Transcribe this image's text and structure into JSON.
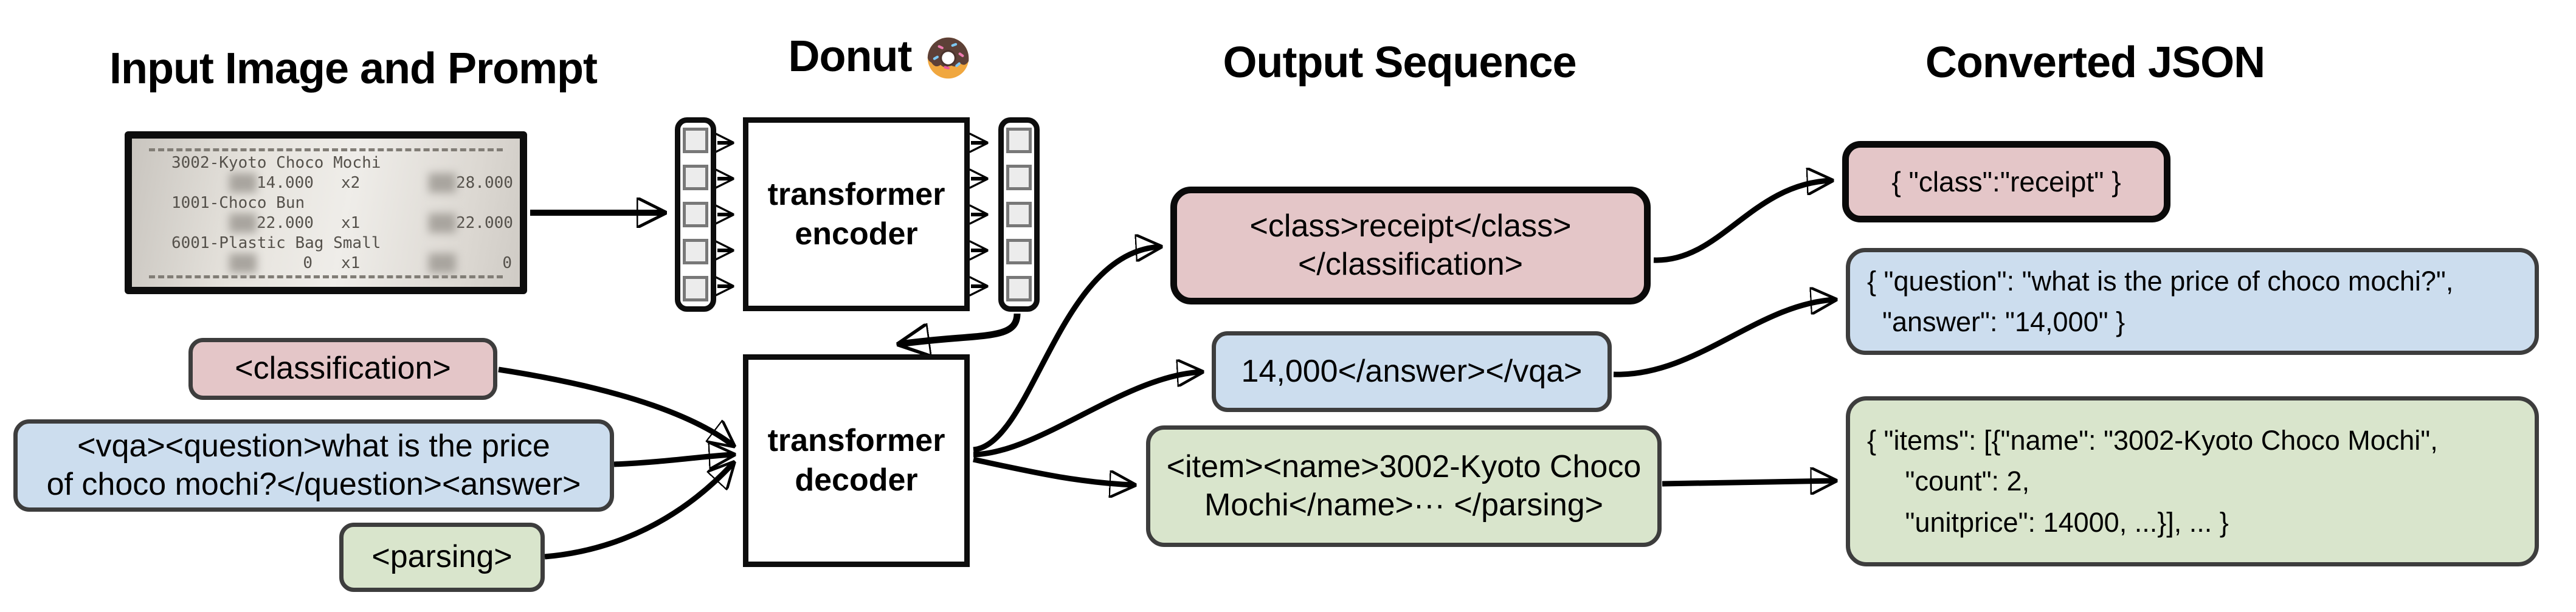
{
  "titles": {
    "input": "Input Image and Prompt",
    "model": "Donut",
    "output": "Output Sequence",
    "converted": "Converted JSON"
  },
  "receipt": {
    "items": [
      {
        "name": "3002-Kyoto Choco Mochi",
        "price": "14.000",
        "qty": "x2",
        "total": "28.000"
      },
      {
        "name": "1001-Choco Bun",
        "price": "22.000",
        "qty": "x1",
        "total": "22.000"
      },
      {
        "name": "6001-Plastic Bag Small",
        "price": "0",
        "qty": "x1",
        "total": "0"
      }
    ]
  },
  "model": {
    "encoder_line1": "transformer",
    "encoder_line2": "encoder",
    "decoder_line1": "transformer",
    "decoder_line2": "decoder"
  },
  "prompts": {
    "classification": {
      "text": "<classification>"
    },
    "vqa": {
      "line1": "<vqa><question>what is the price",
      "line2": "of choco mochi?</question><answer>"
    },
    "parsing": {
      "text": "<parsing>"
    }
  },
  "outputs": {
    "classification": {
      "line1": "<class>receipt</class>",
      "line2": "</classification>"
    },
    "vqa": {
      "text": "14,000</answer></vqa>"
    },
    "parsing": {
      "line1": "<item><name>3002-Kyoto Choco",
      "line2": "Mochi</name>··· </parsing>"
    }
  },
  "converted_json": {
    "classification": {
      "text": "{ \"class\":\"receipt\" }"
    },
    "vqa": {
      "line1": "{ \"question\": \"what is the price of choco mochi?\",",
      "line2": "  \"answer\": \"14,000\" }"
    },
    "parsing": {
      "line1": "{ \"items\": [{\"name\": \"3002-Kyoto Choco Mochi\",",
      "line2": "     \"count\": 2,",
      "line3": "     \"unitprice\": 14000, ...}], ... }"
    }
  },
  "colors": {
    "pink": "#e4c6c8",
    "blue": "#ccddee",
    "green": "#d9e5cc",
    "patch_fill": "#ececec",
    "patch_border": "#787878",
    "border_gray": "#3d3d3d",
    "black": "#000000"
  }
}
